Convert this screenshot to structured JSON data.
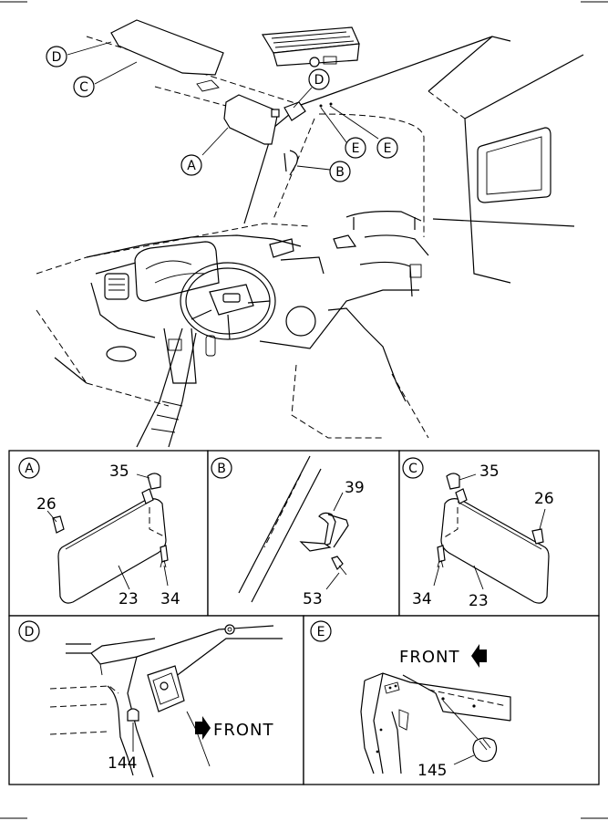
{
  "callouts": {
    "main_d1": "D",
    "main_c": "C",
    "main_d2": "D",
    "main_a": "A",
    "main_e1": "E",
    "main_e2": "E",
    "main_b": "B"
  },
  "panels": {
    "a": {
      "letter": "A",
      "parts": [
        "35",
        "26",
        "23",
        "34"
      ]
    },
    "b": {
      "letter": "B",
      "parts": [
        "39",
        "53"
      ]
    },
    "c": {
      "letter": "C",
      "parts": [
        "35",
        "26",
        "34",
        "23"
      ]
    },
    "d": {
      "letter": "D",
      "parts": [
        "144"
      ],
      "direction": "FRONT"
    },
    "e": {
      "letter": "E",
      "parts": [
        "145"
      ],
      "direction": "FRONT"
    }
  }
}
